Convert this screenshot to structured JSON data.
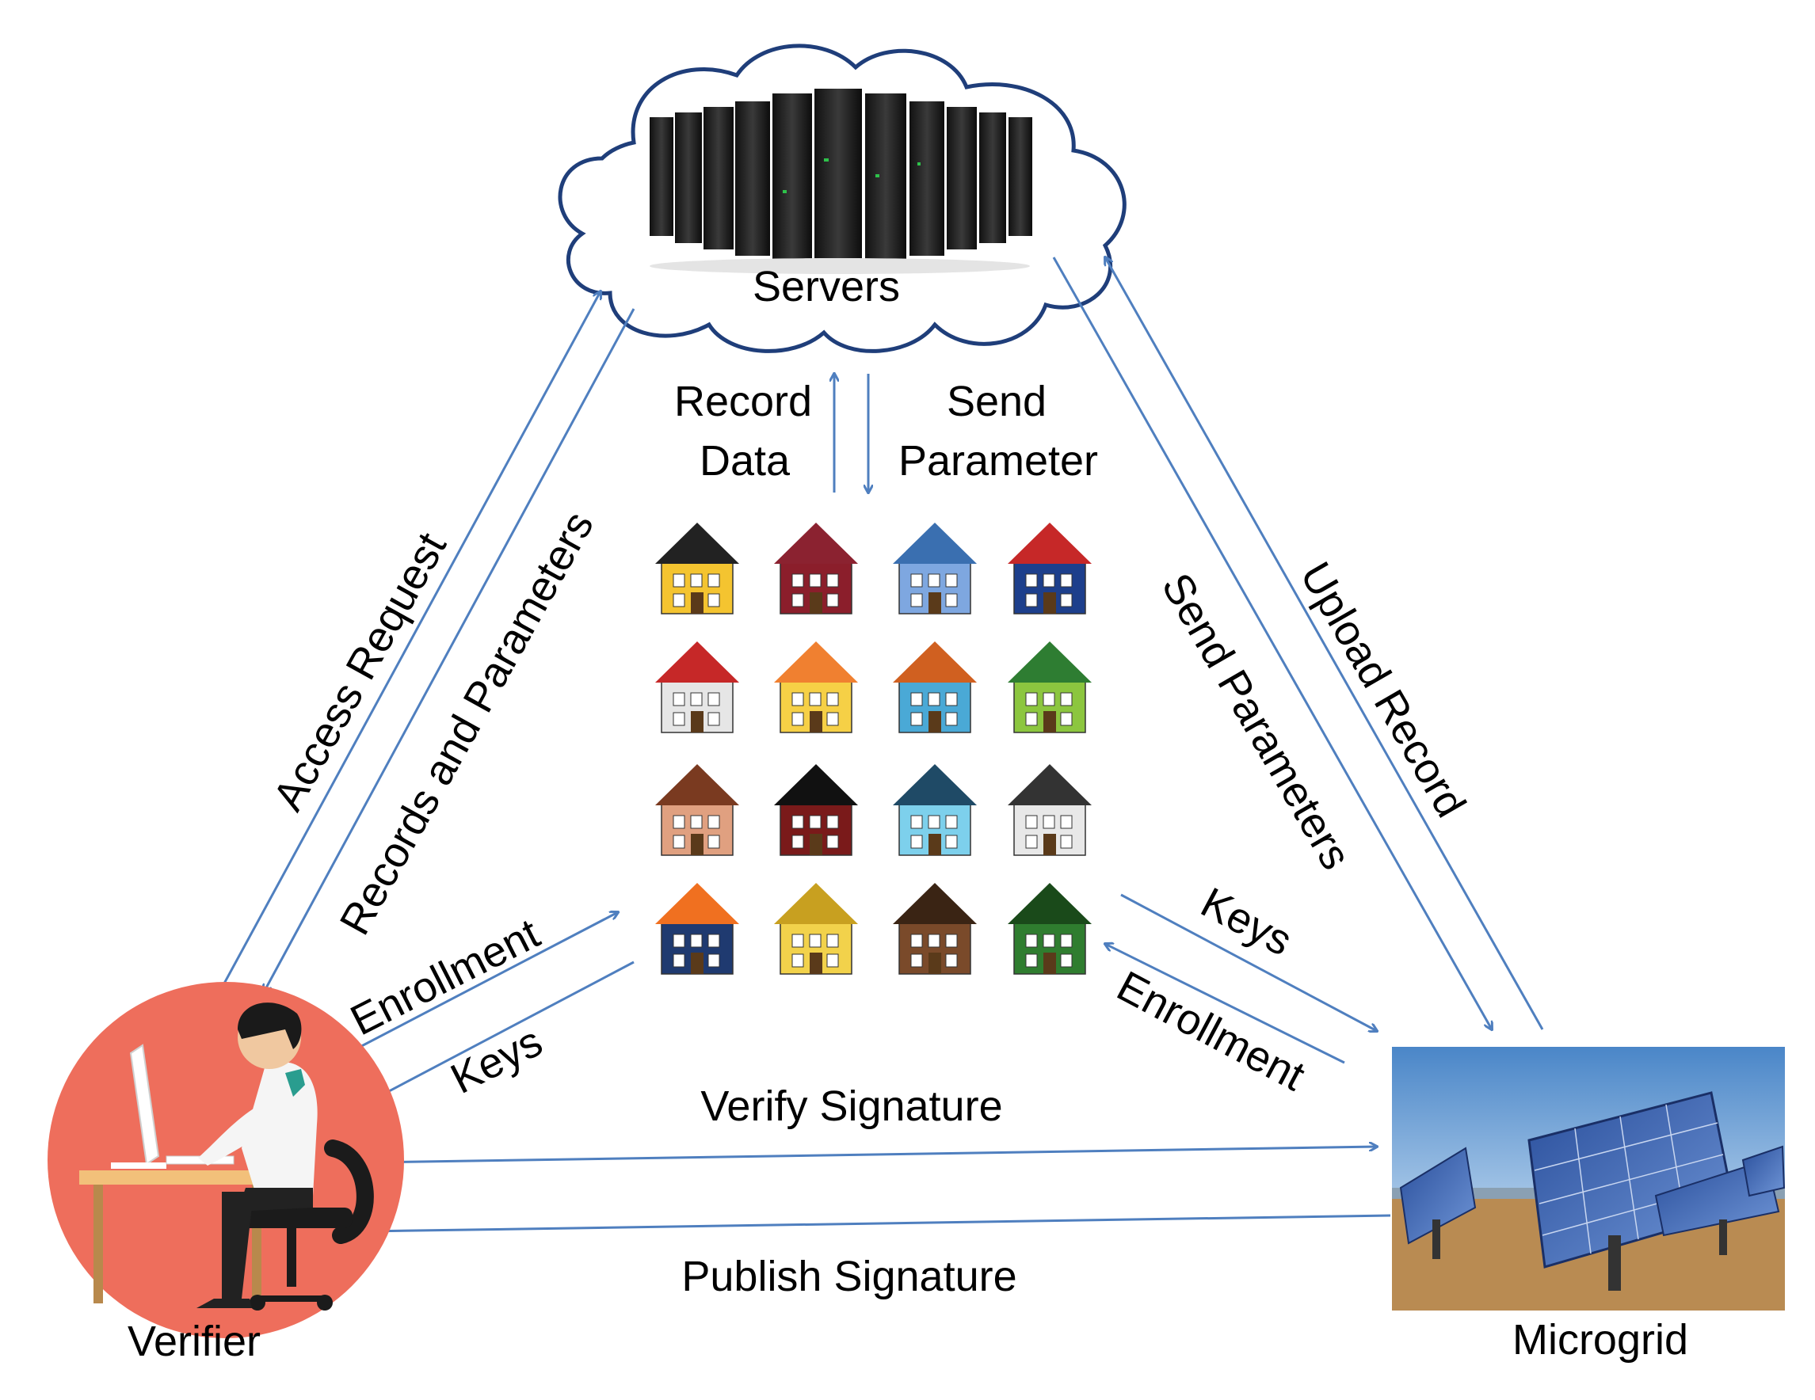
{
  "nodes": {
    "servers": "Servers",
    "verifier": "Verifier",
    "microgrid": "Microgrid"
  },
  "edges": {
    "record_data_line1": "Record",
    "record_data_line2": "Data",
    "send_parameter_line1": "Send",
    "send_parameter_line2": "Parameter",
    "access_request": "Access Request",
    "records_and_parameters": "Records and Parameters",
    "send_parameters": "Send Parameters",
    "upload_record": "Upload Record",
    "enrollment_left": "Enrollment",
    "keys_left": "Keys",
    "keys_right": "Keys",
    "enrollment_right": "Enrollment",
    "verify_signature": "Verify Signature",
    "publish_signature": "Publish Signature"
  },
  "colors": {
    "arrow": "#4f7fbf",
    "cloud_stroke": "#1f3e7a",
    "verifier_circle": "#ee6e5c"
  },
  "icons": [
    "cloud-icon",
    "server-rack-icon",
    "house-icon",
    "person-at-computer-icon",
    "solar-panel-icon"
  ]
}
